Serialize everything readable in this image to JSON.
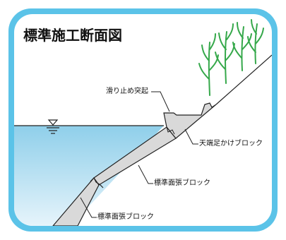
{
  "title": "標準施工断面図",
  "labels": {
    "anti_slip": "滑り止め突起",
    "top_block": "天端足かけブロック",
    "slope_block_upper": "標準面張ブロック",
    "slope_block_lower": "標準面張ブロック"
  },
  "icons": {
    "water_level": "water-level-symbol",
    "plants": "grass-plants"
  },
  "colors": {
    "frame": "#5bc3e8",
    "water_top": "#8fcfea",
    "water_bottom": "#e3f3fb",
    "block_fill": "#d9d9d9",
    "plant": "#35a84a"
  }
}
